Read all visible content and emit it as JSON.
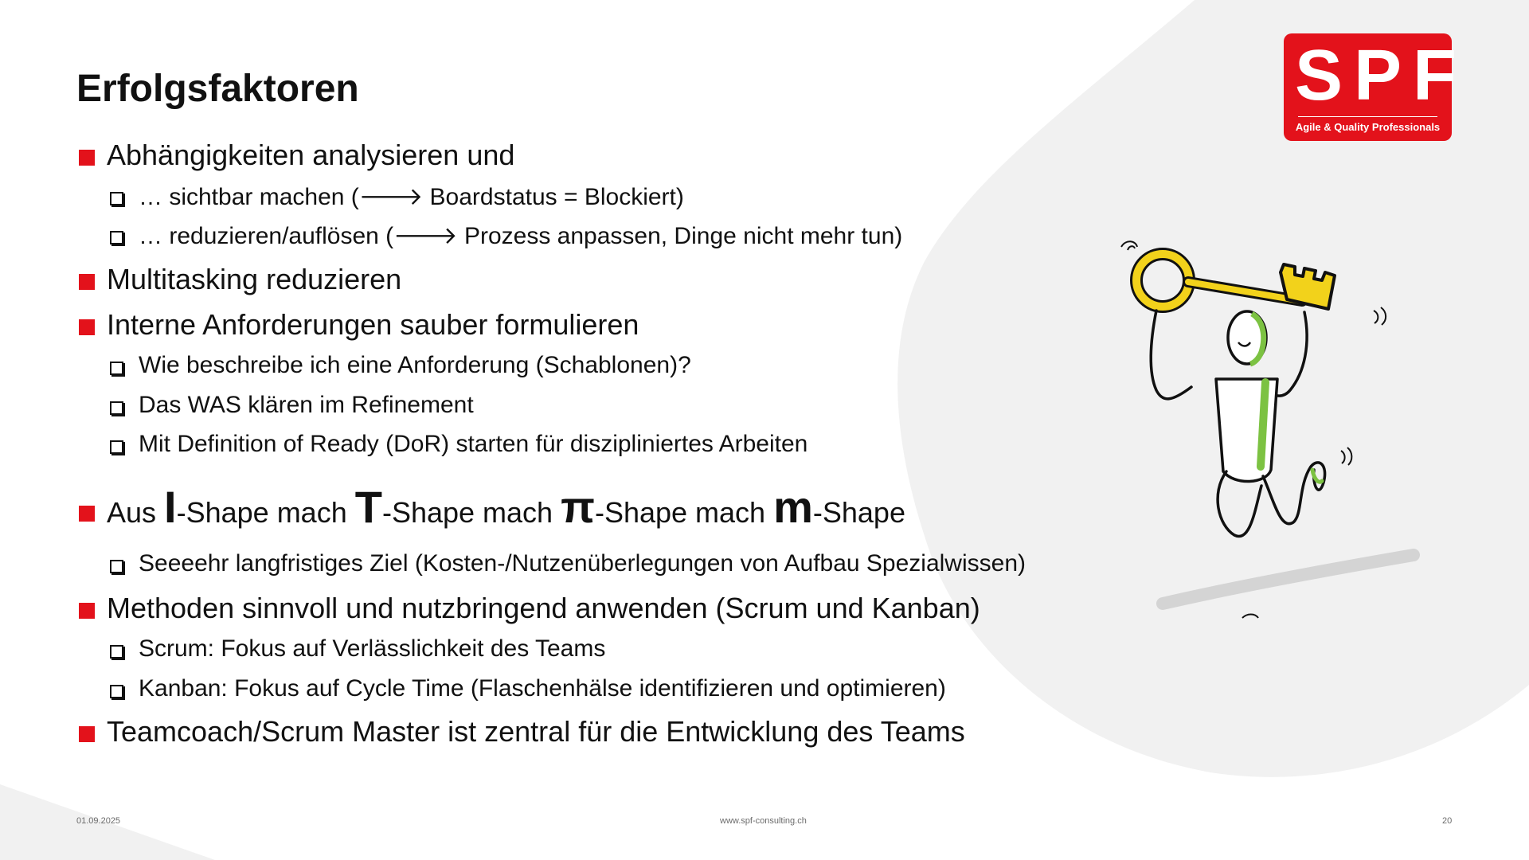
{
  "slide": {
    "title": "Erfolgsfaktoren",
    "logo": {
      "brand": "SPF",
      "tagline": "Agile & Quality Professionals"
    },
    "items": [
      {
        "level": 1,
        "text": "Abhängigkeiten analysieren und"
      },
      {
        "level": 2,
        "text": "… sichtbar machen (🡒 Boardstatus = Blockiert)"
      },
      {
        "level": 2,
        "text": "… reduzieren/auflösen (🡒 Prozess anpassen, Dinge nicht mehr tun)"
      },
      {
        "level": 1,
        "text": "Multitasking reduzieren"
      },
      {
        "level": 1,
        "text": "Interne Anforderungen sauber formulieren"
      },
      {
        "level": 2,
        "text": "Wie beschreibe ich eine Anforderung (Schablonen)?"
      },
      {
        "level": 2,
        "text": "Das WAS klären im Refinement"
      },
      {
        "level": 2,
        "text": "Mit Definition of Ready (DoR) starten für diszipliniertes Arbeiten"
      }
    ],
    "shape_line": {
      "prefix": "Aus ",
      "letters": [
        "I",
        "T",
        "π",
        "m"
      ],
      "parts": [
        "-Shape mach ",
        "-Shape mach ",
        "-Shape mach ",
        "-Shape"
      ]
    },
    "items_after": [
      {
        "level": 2,
        "text": "Seeeehr langfristiges Ziel (Kosten-/Nutzenüberlegungen von Aufbau Spezialwissen)"
      },
      {
        "level": 1,
        "text": "Methoden sinnvoll und nutzbringend anwenden (Scrum und Kanban)"
      },
      {
        "level": 2,
        "text": "Scrum: Fokus auf Verlässlichkeit des Teams"
      },
      {
        "level": 2,
        "text": "Kanban: Fokus auf Cycle Time (Flaschenhälse identifizieren und optimieren)"
      },
      {
        "level": 1,
        "text": "Teamcoach/Scrum Master ist zentral für die Entwicklung des Teams"
      }
    ],
    "footer": {
      "date": "01.09.2025",
      "url": "www.spf-consulting.ch",
      "page": "20"
    },
    "colors": {
      "accent": "#e3121b",
      "key": "#f2d21b",
      "figure_stripe": "#7cc242",
      "background_shape": "#f1f1f1"
    },
    "icons": [
      "square-bullet-icon",
      "checkbox-bullet-icon",
      "key-figure-illustration-icon"
    ]
  }
}
